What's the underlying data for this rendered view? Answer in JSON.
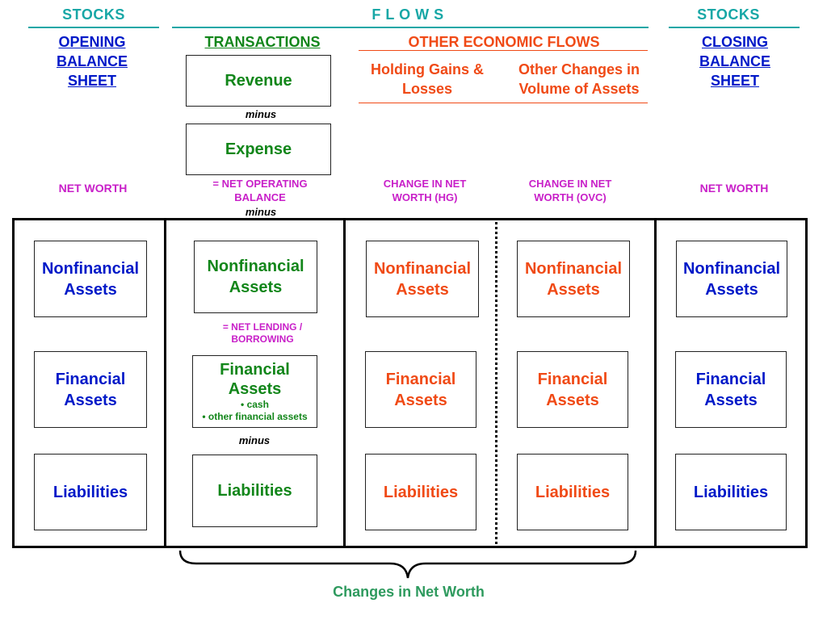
{
  "top": {
    "stocks_left": "STOCKS",
    "flows": "F L O W S",
    "stocks_right": "STOCKS"
  },
  "headers": {
    "opening": "OPENING BALANCE SHEET",
    "transactions": "TRANSACTIONS",
    "other_flows": "OTHER ECONOMIC FLOWS",
    "holding_gains": "Holding Gains & Losses",
    "other_changes": "Other Changes in Volume of Assets",
    "closing": "CLOSING BALANCE SHEET"
  },
  "transactions_flow": {
    "revenue": "Revenue",
    "minus1": "minus",
    "expense": "Expense",
    "net_operating_balance": "= NET OPERATING BALANCE",
    "minus2": "minus"
  },
  "net_worth": {
    "opening": "NET WORTH",
    "change_hg": "CHANGE IN NET WORTH (HG)",
    "change_ovc": "CHANGE IN NET WORTH (OVC)",
    "closing": "NET WORTH"
  },
  "columns": {
    "opening": {
      "nonfinancial": "Nonfinancial Assets",
      "financial": "Financial Assets",
      "liabilities": "Liabilities"
    },
    "transactions": {
      "nonfinancial": "Nonfinancial Assets",
      "net_lending": "= NET LENDING / BORROWING",
      "financial": "Financial Assets",
      "financial_items": [
        "•  cash",
        "•  other financial assets"
      ],
      "minus": "minus",
      "liabilities": "Liabilities"
    },
    "holding_gains": {
      "nonfinancial": "Nonfinancial Assets",
      "financial": "Financial Assets",
      "liabilities": "Liabilities"
    },
    "other_changes": {
      "nonfinancial": "Nonfinancial Assets",
      "financial": "Financial Assets",
      "liabilities": "Liabilities"
    },
    "closing": {
      "nonfinancial": "Nonfinancial Assets",
      "financial": "Financial Assets",
      "liabilities": "Liabilities"
    }
  },
  "footer": {
    "changes_in_net_worth": "Changes in Net Worth"
  },
  "colors": {
    "stocks_flows_title": "#17a7a6",
    "balance_sheet": "#0019c8",
    "transactions": "#12861a",
    "other_flows": "#f04a16",
    "net_worth_labels": "#c81fc8",
    "footer": "#2e9a5e"
  }
}
